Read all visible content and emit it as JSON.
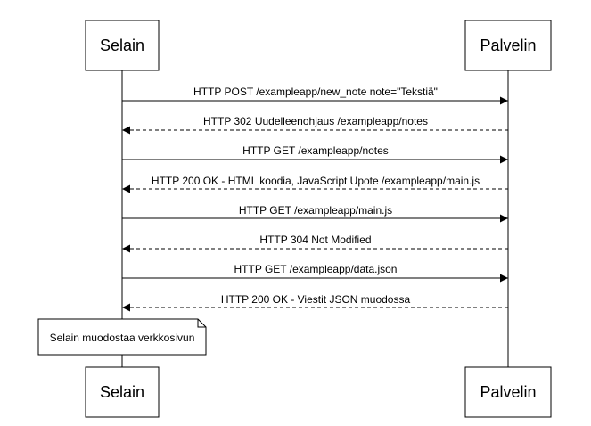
{
  "diagram": {
    "type": "sequence",
    "participants": [
      {
        "id": "browser",
        "label": "Selain"
      },
      {
        "id": "server",
        "label": "Palvelin"
      }
    ],
    "messages": [
      {
        "from": "browser",
        "to": "server",
        "style": "solid",
        "label": "HTTP POST /exampleapp/new_note note=\"Tekstiä\""
      },
      {
        "from": "server",
        "to": "browser",
        "style": "dashed",
        "label": "HTTP 302 Uudelleenohjaus /exampleapp/notes"
      },
      {
        "from": "browser",
        "to": "server",
        "style": "solid",
        "label": "HTTP GET /exampleapp/notes"
      },
      {
        "from": "server",
        "to": "browser",
        "style": "dashed",
        "label": "HTTP 200 OK - HTML koodia, JavaScript Upote /exampleapp/main.js"
      },
      {
        "from": "browser",
        "to": "server",
        "style": "solid",
        "label": "HTTP GET /exampleapp/main.js"
      },
      {
        "from": "server",
        "to": "browser",
        "style": "dashed",
        "label": "HTTP 304 Not Modified"
      },
      {
        "from": "browser",
        "to": "server",
        "style": "solid",
        "label": "HTTP GET /exampleapp/data.json"
      },
      {
        "from": "server",
        "to": "browser",
        "style": "dashed",
        "label": "HTTP 200 OK - Viestit JSON muodossa"
      }
    ],
    "note": {
      "over": "browser",
      "label": "Selain muodostaa verkkosivun"
    },
    "colors": {
      "line": "#000000",
      "box_fill": "#ffffff",
      "text": "#000000"
    }
  }
}
